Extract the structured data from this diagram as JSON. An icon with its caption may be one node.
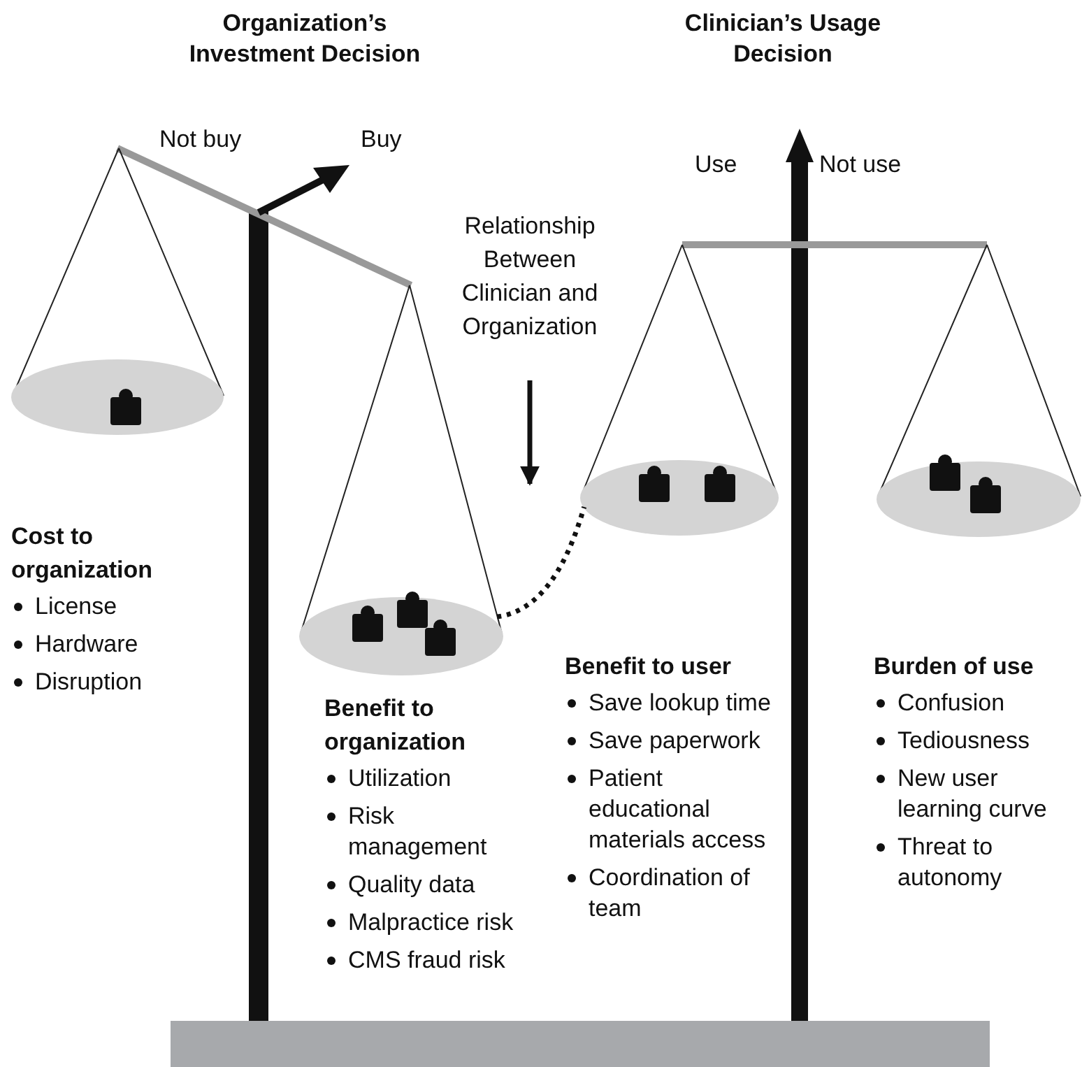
{
  "diagram": {
    "nodes": [
      {
        "text": [
          "Relationship Between Clinician and Organization"
        ]
      },
      {
        "text": [],
        "shape": "ellipse"
      },
      {
        "text": [],
        "shape": "ellipse"
      }
    ],
    "edges": [
      {
        "from": 0,
        "to": null,
        "arrow": "to"
      },
      {
        "from": 1,
        "to": 2,
        "arrow": "none",
        "style": "dashed"
      }
    ],
    "labels": [
      "Organization’s Investment Decision",
      "Clinician’s Usage Decision",
      "Not buy",
      "Buy",
      "Use",
      "Not use",
      "Cost to organization",
      "License",
      "Hardware",
      "Disruption",
      "Benefit to organization",
      "Utilization",
      "Risk management",
      "Quality data",
      "Malpractice risk",
      "CMS fraud risk",
      "Benefit to user",
      "Save lookup time",
      "Save paperwork",
      "Patient educational materials access",
      "Coordination of team",
      "Burden of use",
      "Confusion",
      "Tediousness",
      "New user learning curve",
      "Threat to autonomy"
    ]
  }
}
